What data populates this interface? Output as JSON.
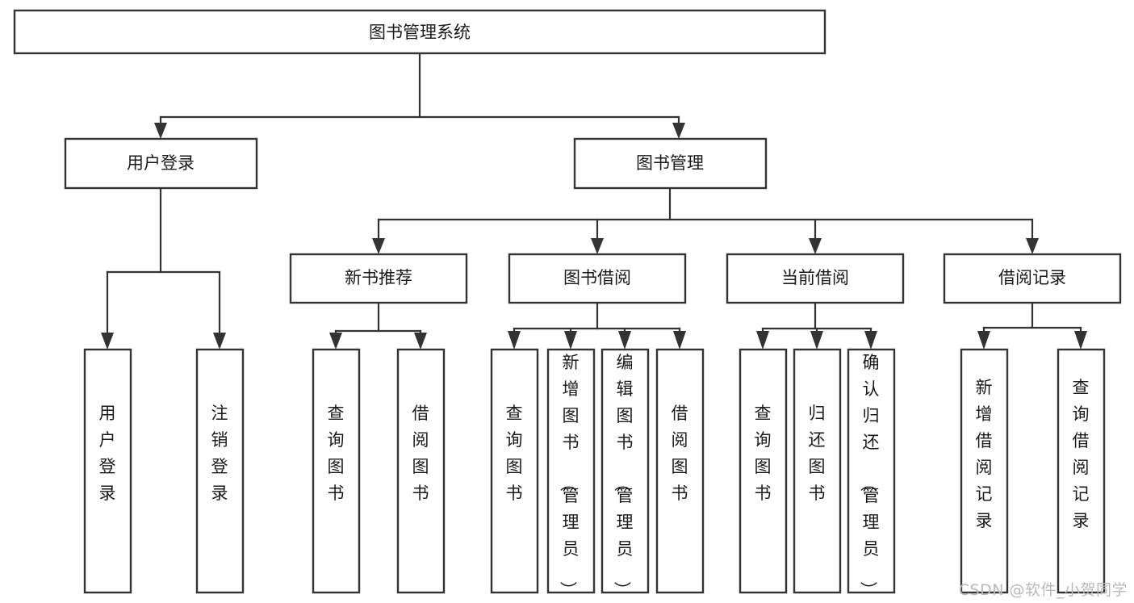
{
  "diagram": {
    "type": "tree-hierarchy",
    "title": "图书管理系统",
    "watermark": "CSDN @软件_小贺同学",
    "colors": {
      "background": "#ffffff",
      "box_stroke": "#333333",
      "box_fill": "#ffffff",
      "text": "#1a1a1a",
      "watermark": "#b9b9b9"
    },
    "levels": {
      "root": {
        "label": "图书管理系统"
      },
      "level2": [
        {
          "id": "user-login",
          "label": "用户登录"
        },
        {
          "id": "book-manage",
          "label": "图书管理"
        }
      ],
      "level3": [
        {
          "id": "new-book-recommend",
          "label": "新书推荐",
          "parent": "book-manage"
        },
        {
          "id": "book-borrow",
          "label": "图书借阅",
          "parent": "book-manage"
        },
        {
          "id": "current-borrow",
          "label": "当前借阅",
          "parent": "book-manage"
        },
        {
          "id": "borrow-record",
          "label": "借阅记录",
          "parent": "book-manage"
        }
      ],
      "leaves": {
        "user-login": [
          {
            "id": "leaf-user-login",
            "label": "用户登录"
          },
          {
            "id": "leaf-user-logout",
            "label": "注销登录"
          }
        ],
        "new-book-recommend": [
          {
            "id": "leaf-query-book-1",
            "label": "查询图书"
          },
          {
            "id": "leaf-borrow-book-1",
            "label": "借阅图书"
          }
        ],
        "book-borrow": [
          {
            "id": "leaf-query-book-2",
            "label": "查询图书"
          },
          {
            "id": "leaf-add-book",
            "label": "新增图书（管理员）"
          },
          {
            "id": "leaf-edit-book",
            "label": "编辑图书（管理员）"
          },
          {
            "id": "leaf-borrow-book-2",
            "label": "借阅图书"
          }
        ],
        "current-borrow": [
          {
            "id": "leaf-query-book-3",
            "label": "查询图书"
          },
          {
            "id": "leaf-return-book",
            "label": "归还图书"
          },
          {
            "id": "leaf-confirm-return",
            "label": "确认归还（管理员）"
          }
        ],
        "borrow-record": [
          {
            "id": "leaf-add-record",
            "label": "新增借阅记录"
          },
          {
            "id": "leaf-query-record",
            "label": "查询借阅记录"
          }
        ]
      }
    }
  }
}
